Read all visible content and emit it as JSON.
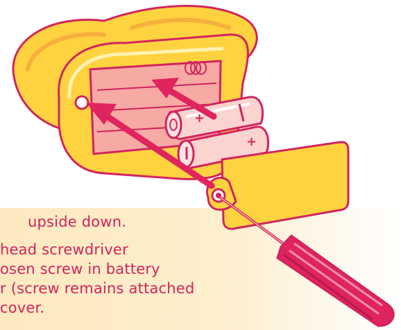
{
  "instructions": {
    "line1": "upside down.",
    "line2": "head screwdriver",
    "line3": "osen screw in battery",
    "line4": "r (screw remains attached",
    "line5": "cover."
  },
  "colors": {
    "outline": "#d1245e",
    "device_yellow": "#ffd23f",
    "device_orange": "#f6b03c",
    "compartment": "#f7a9a4",
    "battery": "#fbd3cf",
    "arrow": "#e0245e",
    "panel": "#fde9bf"
  },
  "icons": {
    "device": "battery-device-illustration",
    "batteries": "aa-battery-pair",
    "cover": "battery-cover",
    "tool": "phillips-screwdriver"
  }
}
